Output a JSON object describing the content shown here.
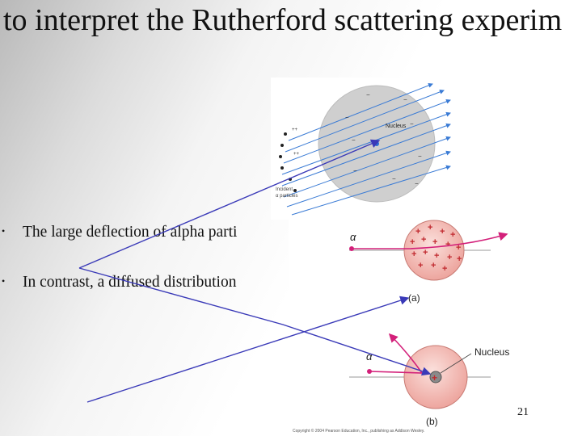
{
  "slide": {
    "title": "to interpret the Rutherford scattering experim",
    "bullets": [
      "The large deflection of alpha parti",
      "In contrast, a diffused distribution"
    ],
    "page_number": "21"
  },
  "figure_top": {
    "nucleus_label": "Nucleus",
    "incident_label_line1": "Incident",
    "incident_label_line2": "α particles",
    "charge_plus": "++",
    "charge_minus": "−"
  },
  "figure_right": {
    "alpha_label_a": "α",
    "alpha_label_b": "α",
    "part_a_label": "(a)",
    "part_b_label": "(b)",
    "nucleus_label": "Nucleus",
    "copyright": "Copyright © 2004 Pearson Education, Inc., publishing as Addison Wesley."
  },
  "colors": {
    "arrow_blue": "#3a3ab8",
    "sphere_gray": "#c9c9c9",
    "sphere_pink": "#f3b9b5",
    "charge_red": "#c0282e",
    "path_magenta": "#d3207a"
  }
}
